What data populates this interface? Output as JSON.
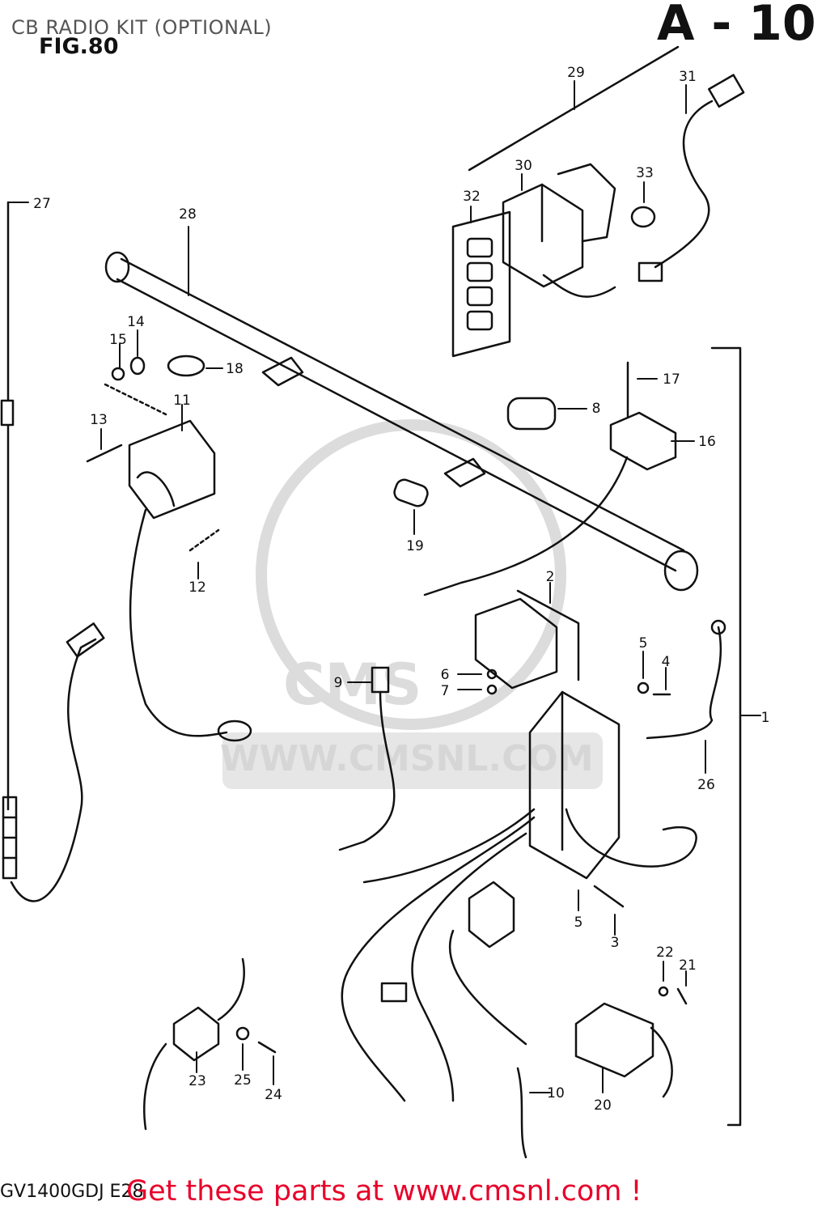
{
  "page": {
    "header_title": "CB RADIO KIT (OPTIONAL)",
    "fig_label": "FIG.80",
    "sheet_code": "A - 10",
    "model_code": "GV1400GDJ E28",
    "promo_text": "Get these parts at www.cmsnl.com !",
    "watermark_text": "WWW.CMSNL.COM"
  },
  "callouts": [
    "1",
    "2",
    "3",
    "4",
    "5",
    "6",
    "7",
    "8",
    "9",
    "10",
    "11",
    "12",
    "13",
    "14",
    "15",
    "16",
    "17",
    "18",
    "19",
    "20",
    "21",
    "22",
    "23",
    "24",
    "25",
    "26",
    "27",
    "28",
    "29",
    "30",
    "31",
    "32",
    "33"
  ],
  "colors": {
    "ink": "#111111",
    "header_gray": "#555555",
    "promo_red": "#e8002a",
    "watermark_gray": "#d6d6d6"
  }
}
